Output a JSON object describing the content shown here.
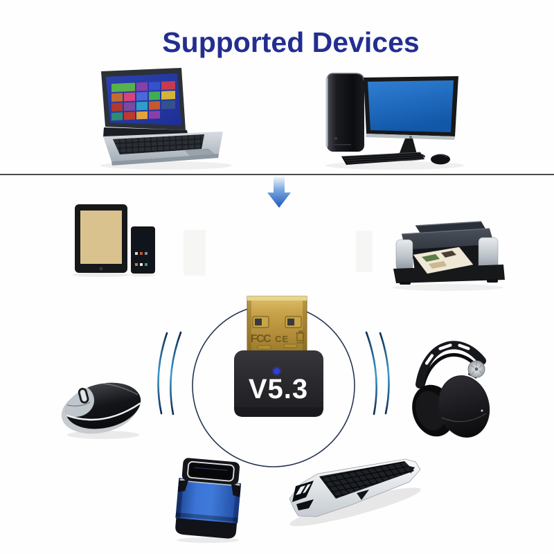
{
  "title": "Supported Devices",
  "adapter": {
    "version_label": "V5.3",
    "certifications": {
      "fcc": "FCC",
      "ce": "CE"
    },
    "body_color": "#2b2b2f",
    "usb_color": "#c8a345",
    "led_color": "#3040e8"
  },
  "colors": {
    "title": "#232e91",
    "arrow": "#2563c4",
    "divider": "#4a4a4a",
    "signal_circle": "#23364f",
    "signal_arc": "#3d9bcf",
    "monitor_screen": "#1668c4",
    "laptop_screen": "#2438a6",
    "tablet_screen": "#d9c28d",
    "speaker_body": "#2f66cc"
  },
  "devices": [
    {
      "name": "laptop"
    },
    {
      "name": "desktop-computer"
    },
    {
      "name": "tablet"
    },
    {
      "name": "smartphone"
    },
    {
      "name": "printer"
    },
    {
      "name": "usb-bluetooth-adapter"
    },
    {
      "name": "mouse"
    },
    {
      "name": "headphones"
    },
    {
      "name": "speaker"
    },
    {
      "name": "keyboard"
    }
  ]
}
